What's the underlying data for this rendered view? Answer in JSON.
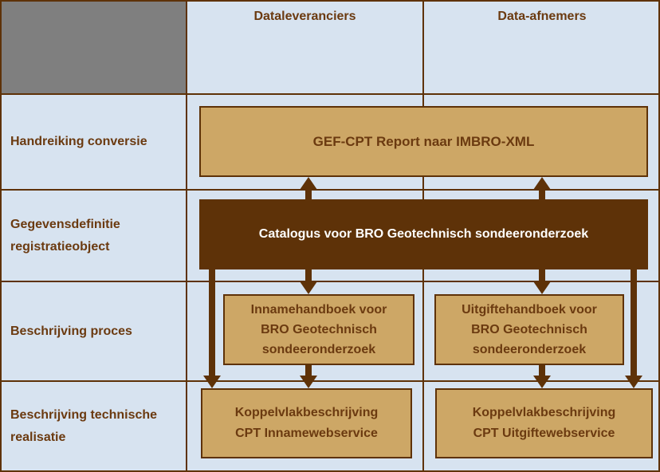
{
  "colors": {
    "bg": "#D7E3F0",
    "gray": "#7F7F7F",
    "tan": "#CDA766",
    "brown": "#5E3208",
    "text": "#6B3A10",
    "white": "#FFFFFF"
  },
  "column_headers": [
    {
      "label": "Dataleveranciers"
    },
    {
      "label": "Data-afnemers"
    }
  ],
  "row_headers": [
    {
      "lines": [
        "Handreiking conversie"
      ]
    },
    {
      "lines": [
        "Gegevensdefinitie",
        "registratieobject"
      ]
    },
    {
      "lines": [
        "Beschrijving proces"
      ]
    },
    {
      "lines": [
        "Beschrijving technische",
        "realisatie"
      ]
    }
  ],
  "boxes": {
    "gef": {
      "label": "GEF-CPT Report naar IMBRO-XML"
    },
    "catalogus": {
      "label": "Catalogus voor BRO Geotechnisch sondeeronderzoek"
    },
    "innamehandboek": {
      "lines": [
        "Innamehandboek voor",
        "BRO Geotechnisch",
        "sondeeronderzoek"
      ]
    },
    "uitgiftehandboek": {
      "lines": [
        "Uitgiftehandboek voor",
        "BRO Geotechnisch",
        "sondeeronderzoek"
      ]
    },
    "koppelvlak_inname": {
      "lines": [
        "Koppelvlakbeschrijving",
        "CPT Innamewebservice"
      ]
    },
    "koppelvlak_uitgifte": {
      "lines": [
        "Koppelvlakbeschrijving",
        "CPT Uitgiftewebservice"
      ]
    }
  }
}
